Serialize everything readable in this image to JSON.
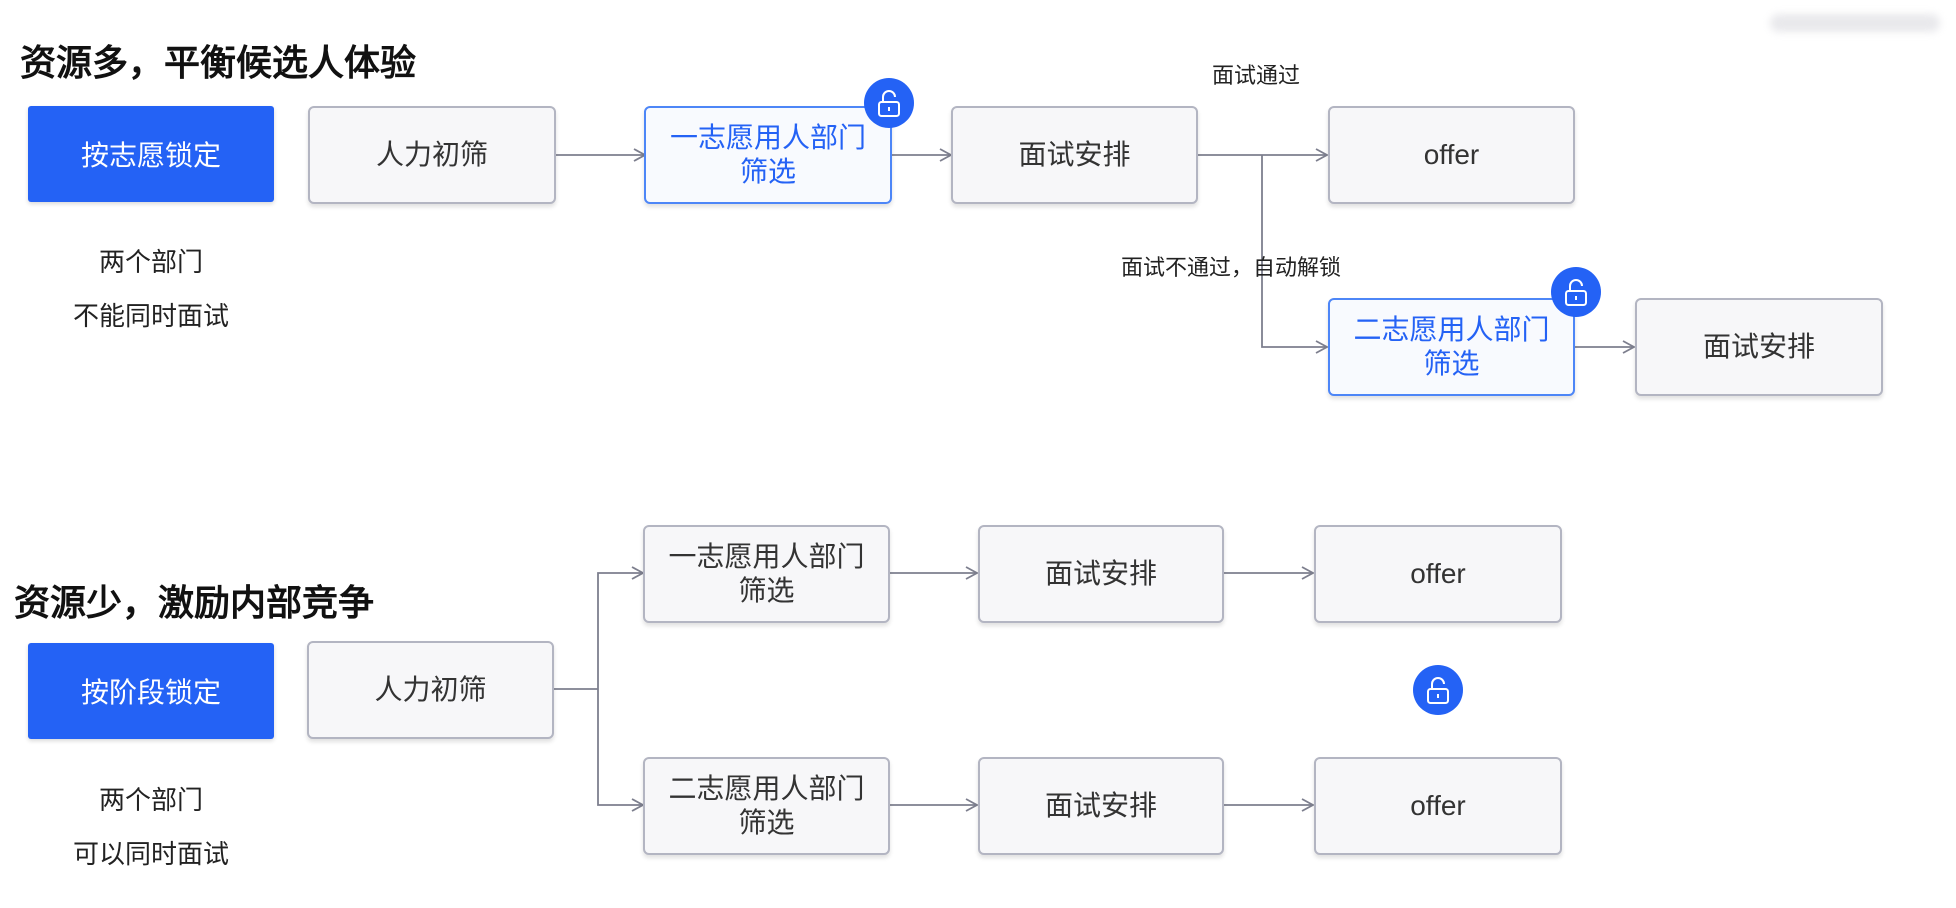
{
  "top": {
    "title": "资源多，平衡候选人体验",
    "lock_button": "按志愿锁定",
    "note_line1": "两个部门",
    "note_line2": "不能同时面试",
    "nodes": {
      "hr_screen": "人力初筛",
      "first_choice_line1": "一志愿用人部门",
      "first_choice_line2": "筛选",
      "interview": "面试安排",
      "offer": "offer",
      "second_choice_line1": "二志愿用人部门",
      "second_choice_line2": "筛选",
      "interview2": "面试安排"
    },
    "edge_pass": "面试通过",
    "edge_fail": "面试不通过，自动解锁"
  },
  "bottom": {
    "title": "资源少，激励内部竞争",
    "lock_button": "按阶段锁定",
    "note_line1": "两个部门",
    "note_line2": "可以同时面试",
    "nodes": {
      "hr_screen": "人力初筛",
      "first_choice_line1": "一志愿用人部门",
      "first_choice_line2": "筛选",
      "interview1": "面试安排",
      "offer1": "offer",
      "second_choice_line1": "二志愿用人部门",
      "second_choice_line2": "筛选",
      "interview2": "面试安排",
      "offer2": "offer"
    }
  },
  "icons": {
    "lock": "unlock-icon"
  },
  "colors": {
    "accent": "#2462f5",
    "node_border": "#b3b5c2",
    "edge": "#7d7f8e"
  }
}
